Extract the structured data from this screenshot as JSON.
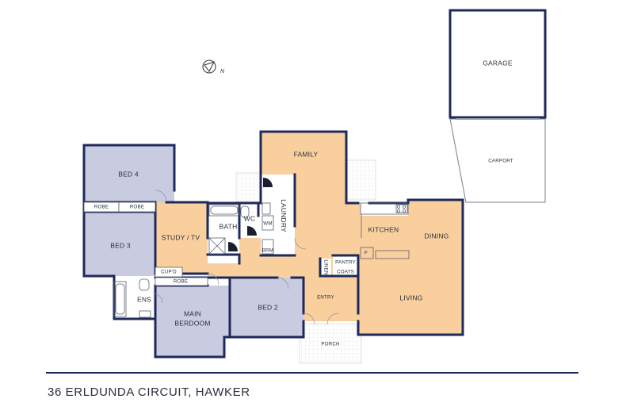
{
  "plan": {
    "address": "36 ERLDUNDA CIRCUIT, HAWKER",
    "compass_label": "N",
    "colors": {
      "wall": "#1e2a5a",
      "living_zone": "#f9cf9d",
      "bedroom_zone": "#c9cbe0",
      "outdoor": "#ffffff",
      "wet_area": "#ffffff"
    },
    "rooms": {
      "garage": "GARAGE",
      "carport": "CARPORT",
      "family": "FAMILY",
      "bed4": "BED 4",
      "robe_left": "ROBE",
      "robe_right": "ROBE",
      "bed3": "BED 3",
      "study": "STUDY / TV",
      "bath": "BATH",
      "wc": "WC",
      "laundry": "LAUNDRY",
      "wm": "WM",
      "brm": "BRM",
      "kitchen": "KITCHEN",
      "dining": "DINING",
      "pantry": "PANTRY",
      "coats": "COATS",
      "linen": "LINEN",
      "fridge": "F",
      "cupd": "CUP'D",
      "robe_main": "ROBE",
      "ens": "ENS",
      "main_bedroom": "MAIN\nBERDOOM",
      "bed2": "BED 2",
      "entry": "ENTRY",
      "living": "LIVING",
      "porch": "PORCH"
    }
  }
}
